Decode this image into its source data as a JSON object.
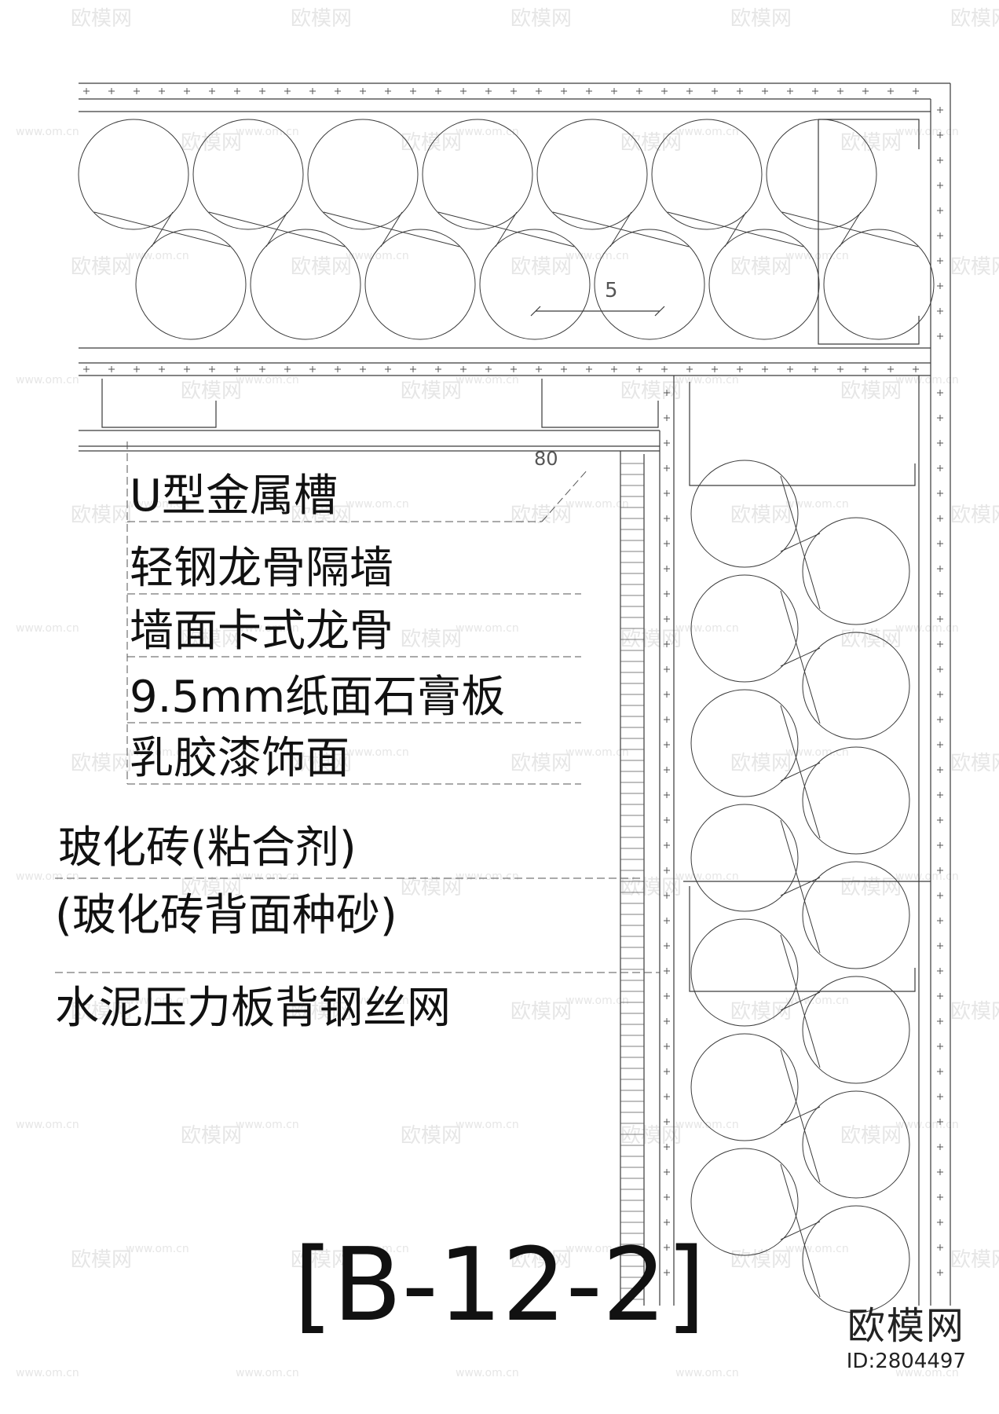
{
  "title": "[B-12-2]",
  "dimension_label": "5",
  "dimension_label_2": "80",
  "labels": {
    "u_channel": "U型金属槽",
    "light_steel_keel_wall": "轻钢龙骨隔墙",
    "wall_clip_keel": "墙面卡式龙骨",
    "gypsum_board": "9.5mm纸面石膏板",
    "latex_paint": "乳胶漆饰面",
    "tile_adhesive": "玻化砖(粘合剂)",
    "tile_back_sand": "(玻化砖背面种砂)",
    "cement_board_mesh": "水泥压力板背钢丝网"
  },
  "watermark": {
    "brand": "欧模网",
    "site": "www.om.cn",
    "id": "ID:2804497"
  },
  "colors": {
    "line": "#3a3a3a",
    "text": "#111111",
    "watermark": "#e6e6e6"
  }
}
